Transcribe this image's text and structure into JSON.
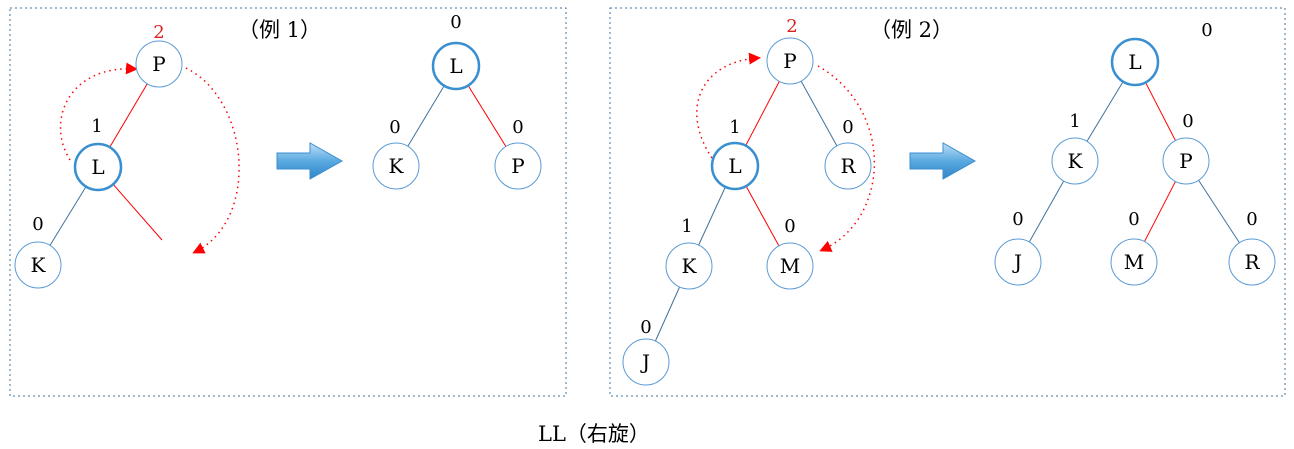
{
  "caption": "LL（右旋）",
  "colors": {
    "node_stroke": "#5b9bd5",
    "edge_blue": "#41719c",
    "edge_red": "#ff0000",
    "unbalanced": "#e02020",
    "arrow": "#4a9ad8"
  },
  "examples": [
    {
      "title": "（例 1）",
      "before": {
        "nodes": [
          {
            "id": "P",
            "label": "P",
            "bf": "2",
            "unbalanced": true
          },
          {
            "id": "L",
            "label": "L",
            "bf": "1",
            "pivot": true
          },
          {
            "id": "K",
            "label": "K",
            "bf": "0"
          }
        ],
        "edges": [
          {
            "from": "P",
            "to": "L",
            "color": "red"
          },
          {
            "from": "L",
            "to": "K",
            "color": "blue"
          },
          {
            "from": "L",
            "to": "empty",
            "color": "red"
          }
        ]
      },
      "after": {
        "nodes": [
          {
            "id": "L",
            "label": "L",
            "bf": "0",
            "pivot": true
          },
          {
            "id": "K",
            "label": "K",
            "bf": "0"
          },
          {
            "id": "P",
            "label": "P",
            "bf": "0"
          }
        ],
        "edges": [
          {
            "from": "L",
            "to": "K",
            "color": "blue"
          },
          {
            "from": "L",
            "to": "P",
            "color": "red"
          }
        ]
      }
    },
    {
      "title": "（例 2）",
      "before": {
        "nodes": [
          {
            "id": "P",
            "label": "P",
            "bf": "2",
            "unbalanced": true
          },
          {
            "id": "L",
            "label": "L",
            "bf": "1",
            "pivot": true
          },
          {
            "id": "R",
            "label": "R",
            "bf": "0"
          },
          {
            "id": "K",
            "label": "K",
            "bf": "1"
          },
          {
            "id": "M",
            "label": "M",
            "bf": "0"
          },
          {
            "id": "J",
            "label": "J",
            "bf": "0"
          }
        ],
        "edges": [
          {
            "from": "P",
            "to": "L",
            "color": "red"
          },
          {
            "from": "P",
            "to": "R",
            "color": "blue"
          },
          {
            "from": "L",
            "to": "K",
            "color": "blue"
          },
          {
            "from": "L",
            "to": "M",
            "color": "red"
          },
          {
            "from": "K",
            "to": "J",
            "color": "blue"
          }
        ]
      },
      "after": {
        "nodes": [
          {
            "id": "L",
            "label": "L",
            "bf": "0",
            "pivot": true
          },
          {
            "id": "K",
            "label": "K",
            "bf": "1"
          },
          {
            "id": "P",
            "label": "P",
            "bf": "0"
          },
          {
            "id": "J",
            "label": "J",
            "bf": "0"
          },
          {
            "id": "M",
            "label": "M",
            "bf": "0"
          },
          {
            "id": "R",
            "label": "R",
            "bf": "0"
          }
        ],
        "edges": [
          {
            "from": "L",
            "to": "K",
            "color": "blue"
          },
          {
            "from": "L",
            "to": "P",
            "color": "red"
          },
          {
            "from": "K",
            "to": "J",
            "color": "blue"
          },
          {
            "from": "P",
            "to": "M",
            "color": "red"
          },
          {
            "from": "P",
            "to": "R",
            "color": "blue"
          }
        ]
      }
    }
  ]
}
